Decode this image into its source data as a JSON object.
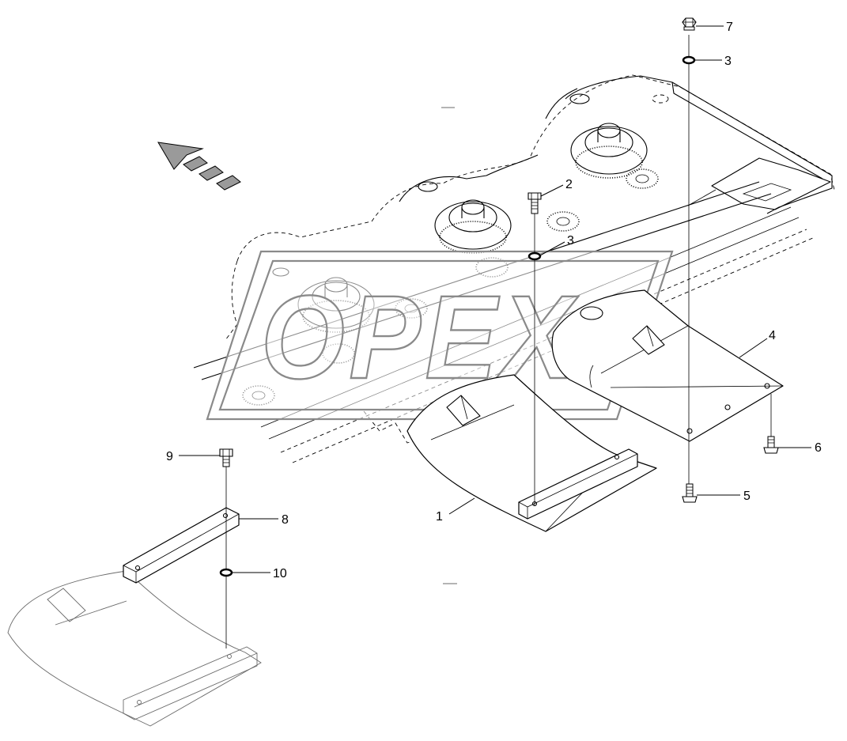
{
  "diagram": {
    "watermark_text": "OPEX",
    "callouts": [
      {
        "id": "c1",
        "label": "1"
      },
      {
        "id": "c2",
        "label": "2"
      },
      {
        "id": "c3a",
        "label": "3"
      },
      {
        "id": "c3b",
        "label": "3"
      },
      {
        "id": "c4",
        "label": "4"
      },
      {
        "id": "c5",
        "label": "5"
      },
      {
        "id": "c6",
        "label": "6"
      },
      {
        "id": "c7",
        "label": "7"
      },
      {
        "id": "c8",
        "label": "8"
      },
      {
        "id": "c9",
        "label": "9"
      },
      {
        "id": "c10",
        "label": "10"
      }
    ]
  }
}
